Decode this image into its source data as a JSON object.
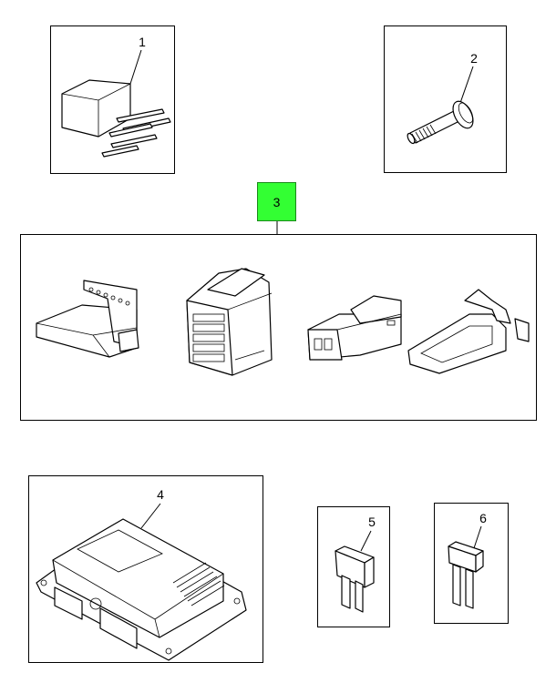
{
  "colors": {
    "highlight": "#33ff33",
    "line": "#000000",
    "background": "#ffffff"
  },
  "callouts": {
    "c1": "1",
    "c2": "2",
    "c3": "3",
    "c4": "4",
    "c5": "5",
    "c6": "6"
  }
}
